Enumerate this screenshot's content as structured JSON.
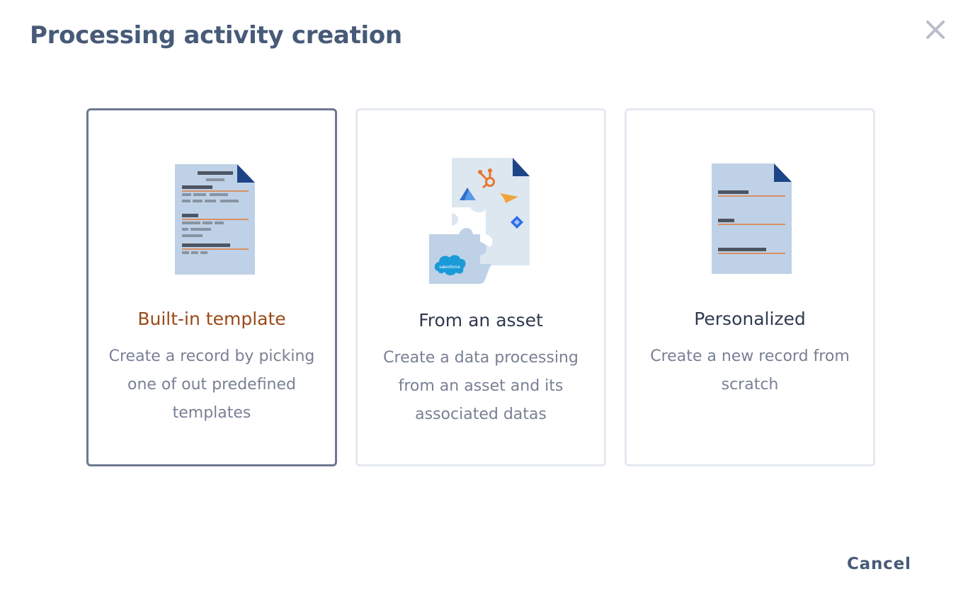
{
  "dialog": {
    "title": "Processing activity creation",
    "close_icon": "close-icon",
    "cancel_label": "Cancel"
  },
  "options": [
    {
      "title": "Built-in template",
      "description": "Create a record by picking one of out predefined templates",
      "icon": "template-document-icon",
      "selected": true
    },
    {
      "title": "From an asset",
      "description": "Create a data processing from an asset and its associated datas",
      "icon": "asset-puzzle-icon",
      "logo_text": "salesforce",
      "selected": false
    },
    {
      "title": "Personalized",
      "description": "Create a new record from scratch",
      "icon": "blank-document-icon",
      "selected": false
    }
  ],
  "colors": {
    "primary_text": "#475a78",
    "selected_title": "#9a4a18",
    "selected_border": "#6e7890",
    "card_border": "#e5e9f0",
    "document_fill": "#bfd1e6",
    "document_fold": "#1e4488",
    "accent_line": "#e07a3a"
  }
}
